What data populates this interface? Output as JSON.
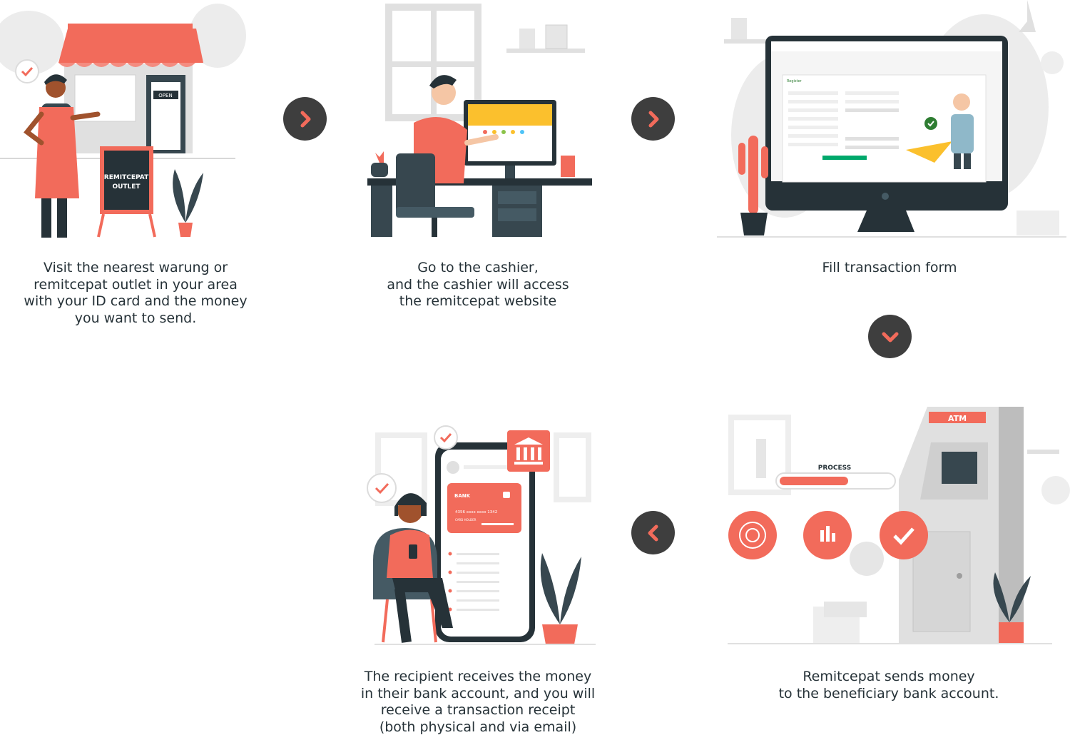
{
  "colors": {
    "accent": "#f26b5b",
    "dark": "#263238",
    "arrow_bg": "#3e3e3e",
    "grey": "#e6e6e6"
  },
  "steps": [
    {
      "caption": "Visit the nearest warung or\nremitcepat outlet in your area\nwith your ID card and the money\nyou want to send.",
      "shop_sign": "OPEN",
      "board_line1": "REMITCEPAT",
      "board_line2": "OUTLET"
    },
    {
      "caption": "Go to the cashier,\nand the cashier will access\nthe remitcepat website"
    },
    {
      "caption": "Fill transaction form",
      "form_title": "Register"
    },
    {
      "caption": "Remitcepat sends money\nto the beneficiary bank account.",
      "atm_label": "ATM",
      "progress_label": "PROCESS"
    },
    {
      "caption": "The recipient receives the money\nin their bank account, and you will\nreceive a transaction receipt\n(both physical and via email)",
      "card_label": "BANK",
      "card_number": "4356  xxxx  xxxx  1342",
      "card_holder": "CARD HOLDER"
    }
  ],
  "arrows": [
    {
      "direction": "right",
      "icon": "chevron-right-icon"
    },
    {
      "direction": "right",
      "icon": "chevron-right-icon"
    },
    {
      "direction": "down",
      "icon": "chevron-down-icon"
    },
    {
      "direction": "left",
      "icon": "chevron-left-icon"
    }
  ]
}
